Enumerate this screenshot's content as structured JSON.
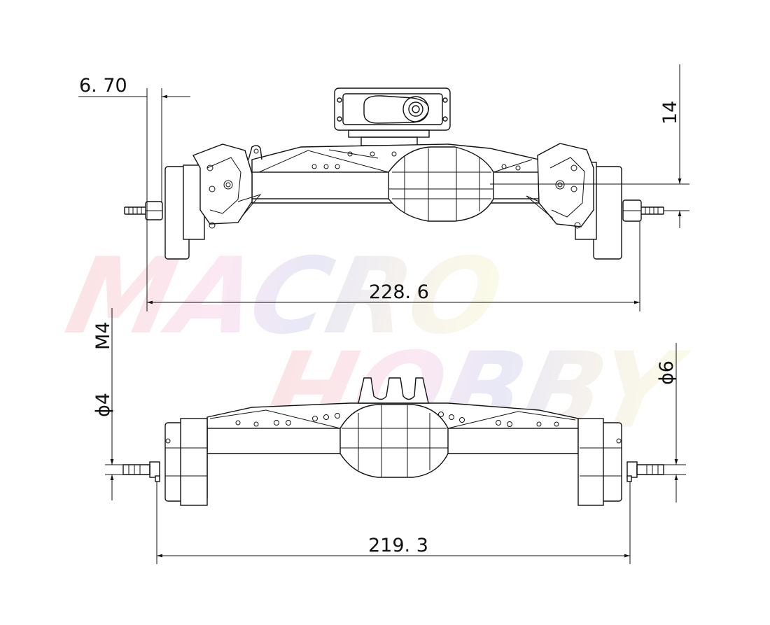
{
  "watermark": {
    "line1": "MACRO",
    "line2": "HOBBY"
  },
  "dimensions": {
    "top_offset": "6. 70",
    "top_height": "14",
    "top_width": "228. 6",
    "thread": "M4",
    "pin_left": "ϕ4",
    "pin_right": "ϕ6",
    "bottom_width": "219. 3"
  },
  "colors": {
    "line": "#111111",
    "background": "#ffffff"
  }
}
